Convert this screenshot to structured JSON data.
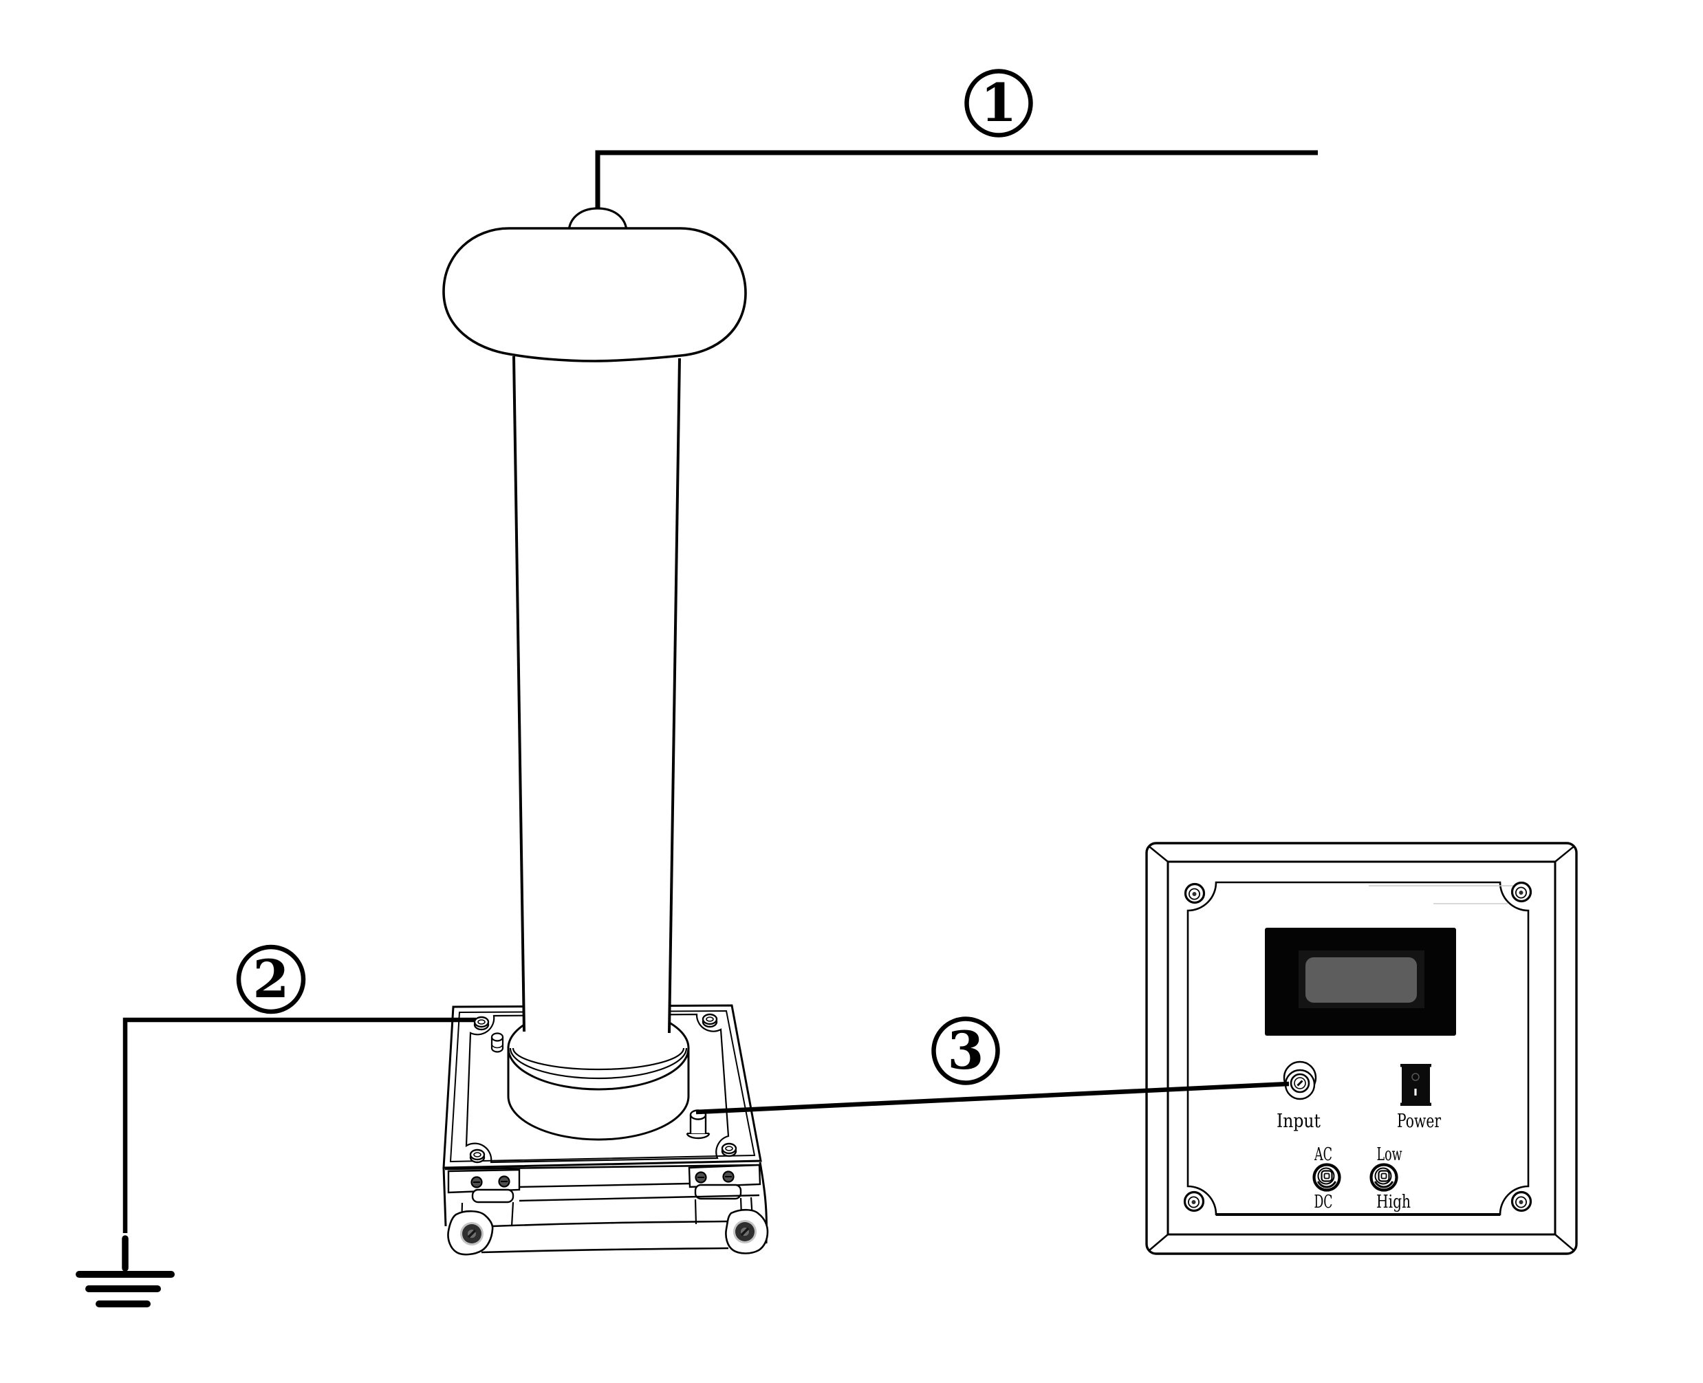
{
  "diagram": {
    "background_color": "#ffffff",
    "line_color": "#000000"
  },
  "callouts": [
    {
      "digit": "1"
    },
    {
      "digit": "2"
    },
    {
      "digit": "3"
    }
  ],
  "panel": {
    "input_label": "Input",
    "power_label": "Power",
    "ac_label": "AC",
    "dc_label": "DC",
    "low_label": "Low",
    "high_label": "High"
  },
  "lcd": {
    "bezel_color": "#040404",
    "screen_outer_color": "#141414",
    "screen_color": "#5d5d5d"
  }
}
